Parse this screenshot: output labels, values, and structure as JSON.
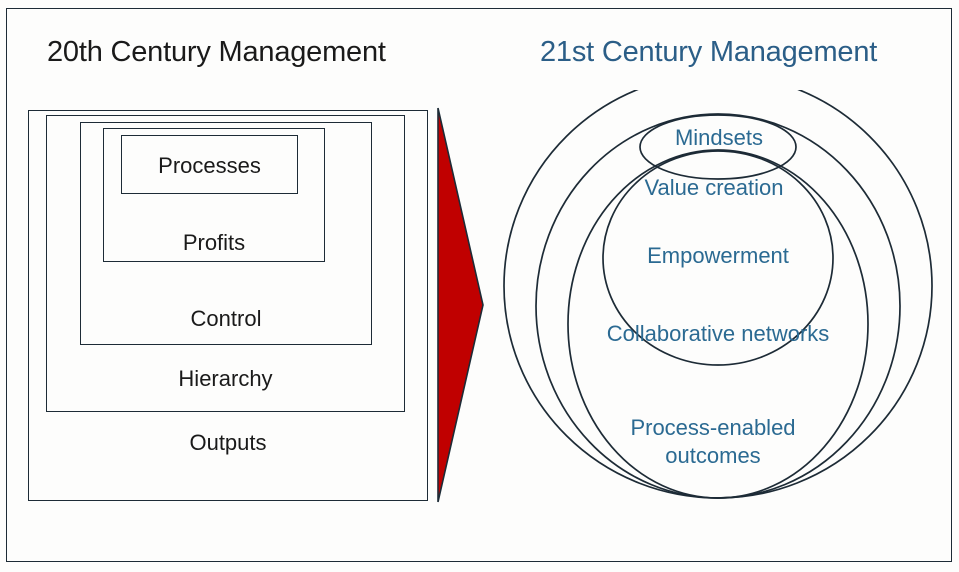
{
  "diagram": {
    "title_left": "20th Century Management",
    "title_right": "21st Century Management",
    "colors": {
      "frame_stroke": "#1d2b36",
      "left_title": "#1a1a1a",
      "right_title": "#2b5e87",
      "ring_text": "#2b6a92",
      "arrow_fill": "#c00000",
      "arrow_stroke": "#1d2b36",
      "background": "#fdfdfc"
    },
    "left_panel": {
      "shape": "nested-rectangles",
      "layers_outer_to_inner": [
        "Outputs",
        "Hierarchy",
        "Control",
        "Profits",
        "Processes"
      ],
      "labels": {
        "outputs": "Outputs",
        "hierarchy": "Hierarchy",
        "control": "Control",
        "profits": "Profits",
        "processes": "Processes"
      }
    },
    "arrow": {
      "name": "red-transition-arrow",
      "direction": "right",
      "fill": "#c00000"
    },
    "right_panel": {
      "shape": "nested-ellipses",
      "layers_outer_to_inner": [
        "Process-enabled outcomes",
        "Collaborative networks",
        "Empowerment",
        "Value creation",
        "Mindsets"
      ],
      "labels": {
        "mindsets": "Mindsets",
        "value_creation": "Value creation",
        "empowerment": "Empowerment",
        "collaborative_networks": "Collaborative networks",
        "process_enabled_outcomes_line1": "Process-enabled",
        "process_enabled_outcomes_line2": "outcomes"
      }
    }
  }
}
